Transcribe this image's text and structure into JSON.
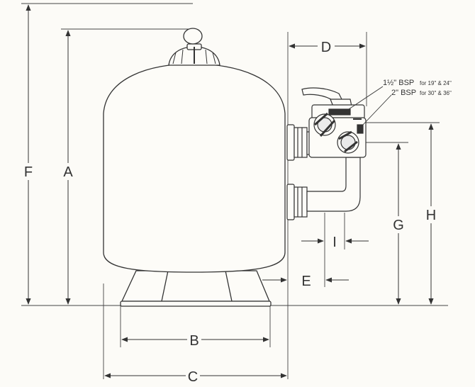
{
  "dimension_labels": {
    "A": "A",
    "B": "B",
    "C": "C",
    "D": "D",
    "E": "E",
    "F": "F",
    "G": "G",
    "H": "H",
    "I": "I"
  },
  "port_notes": {
    "line1_size": "1½\" BSP",
    "line1_models": "for 19\" & 24\"",
    "line2_size": "2\" BSP",
    "line2_models": "for 30\" & 36\""
  },
  "colors": {
    "line": "#333333",
    "background": "#fcfbf7"
  }
}
